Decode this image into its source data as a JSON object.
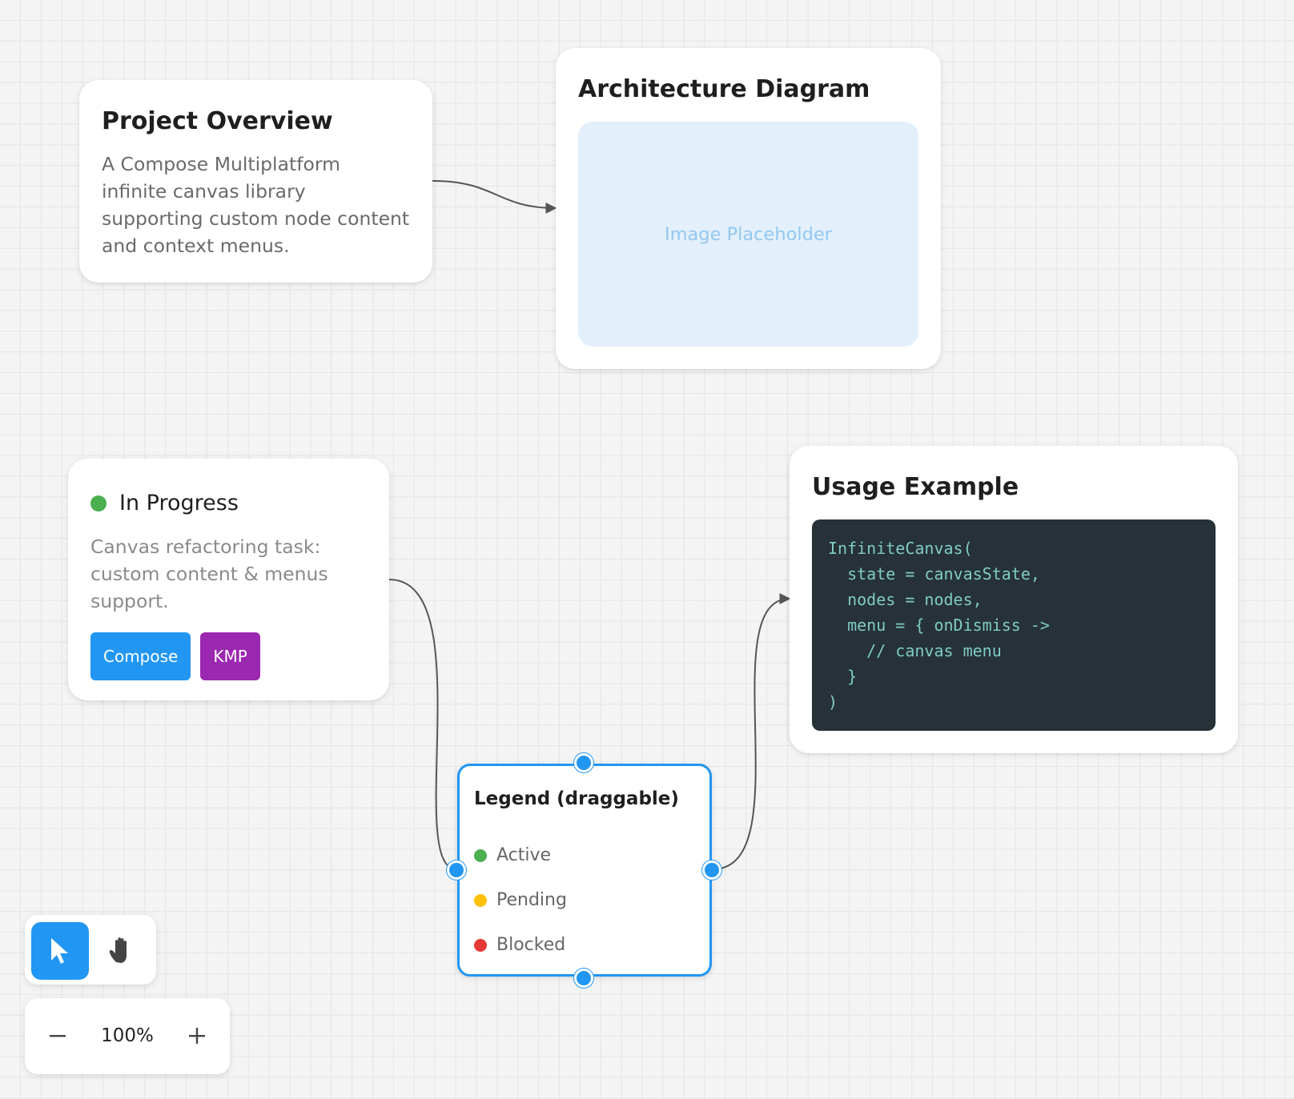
{
  "colors": {
    "accent": "#2196f3",
    "status_active": "#4caf50",
    "status_pending": "#ffc107",
    "status_blocked": "#e53935",
    "tag_kmp": "#9c27b0",
    "code_background": "#263238"
  },
  "nodes": {
    "overview": {
      "title": "Project Overview",
      "body": "A Compose Multiplatform infinite canvas library supporting custom node content and context menus."
    },
    "architecture": {
      "title": "Architecture Diagram",
      "placeholder": "Image Placeholder"
    },
    "progress": {
      "status": "In Progress",
      "body": "Canvas refactoring task: custom content & menus support.",
      "tags": [
        "Compose",
        "KMP"
      ]
    },
    "usage": {
      "title": "Usage Example",
      "code": "InfiniteCanvas(\n  state = canvasState,\n  nodes = nodes,\n  menu = { onDismiss ->\n    // canvas menu\n  }\n)"
    },
    "legend": {
      "title": "Legend (draggable)",
      "items": [
        {
          "label": "Active",
          "icon": "green-dot"
        },
        {
          "label": "Pending",
          "icon": "yellow-dot"
        },
        {
          "label": "Blocked",
          "icon": "red-dot"
        }
      ]
    }
  },
  "toolbar": {
    "select_tool": "cursor-arrow-icon",
    "pan_tool": "hand-icon",
    "active_tool": "select"
  },
  "zoom": {
    "level": "100%",
    "decrease_icon": "minus-icon",
    "increase_icon": "plus-icon"
  }
}
